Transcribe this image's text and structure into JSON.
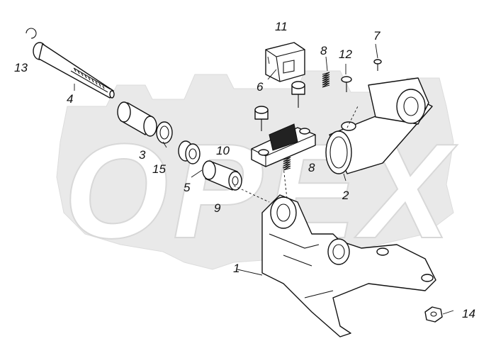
{
  "watermark": {
    "text": "OPEX"
  },
  "callouts": {
    "c1": "1",
    "c2": "2",
    "c3": "3",
    "c4": "4",
    "c5": "5",
    "c6": "6",
    "c7": "7",
    "c8a": "8",
    "c8b": "8",
    "c9": "9",
    "c10": "10",
    "c11": "11",
    "c12": "12",
    "c13": "13",
    "c14": "14",
    "c15": "15"
  }
}
